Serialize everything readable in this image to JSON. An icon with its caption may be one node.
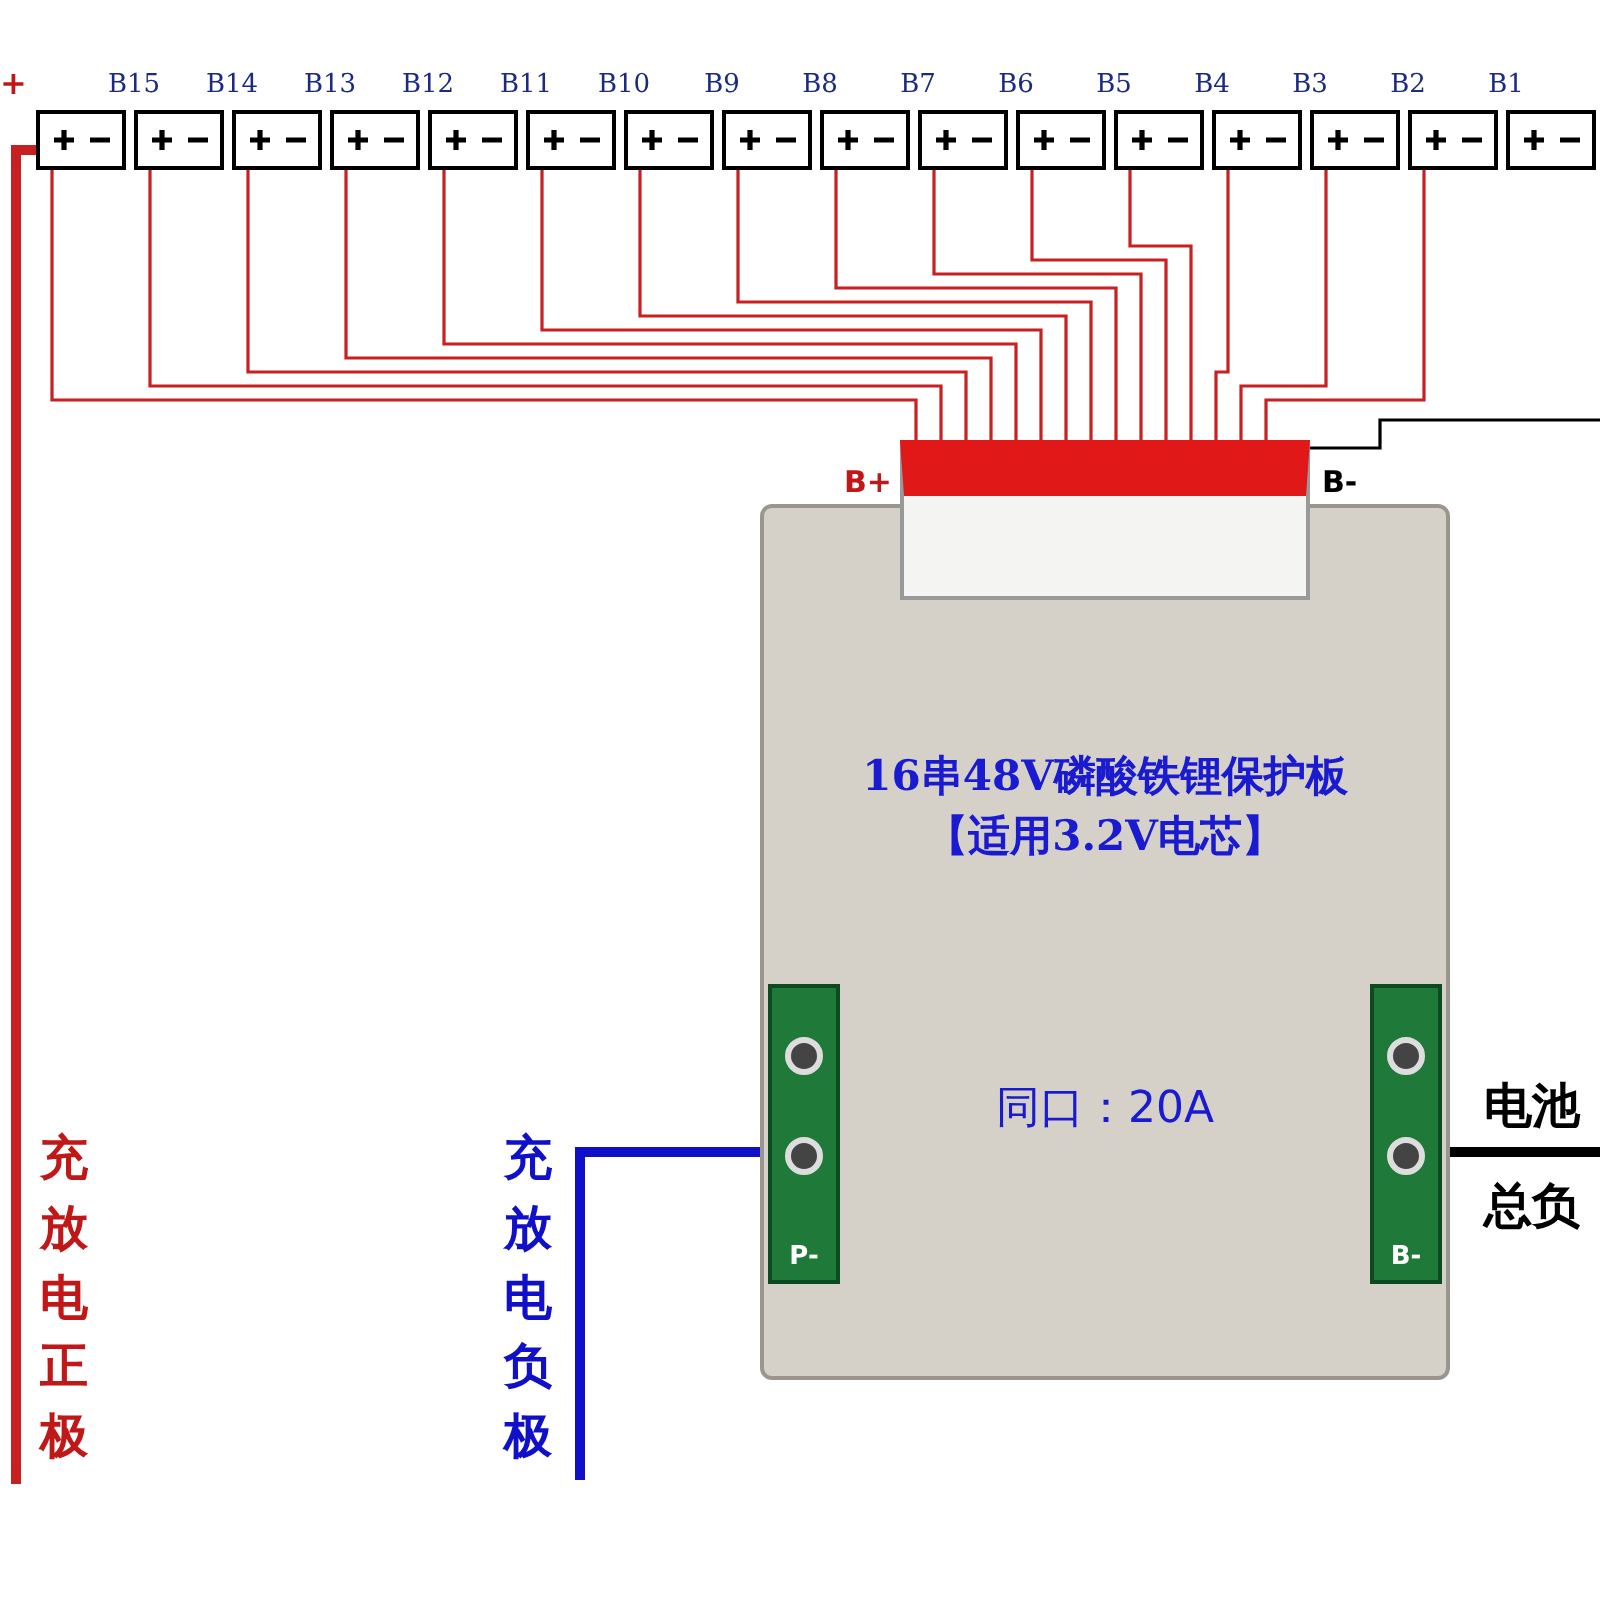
{
  "diagram": {
    "nodes": [
      {
        "text": [],
        "shape": "box"
      },
      {
        "text": [],
        "shape": "box",
        "beside": [
          "B15"
        ]
      },
      {
        "text": [],
        "shape": "box",
        "beside": [
          "B14"
        ]
      },
      {
        "text": [],
        "shape": "box",
        "beside": [
          "B13"
        ]
      },
      {
        "text": [],
        "shape": "box",
        "beside": [
          "B12"
        ]
      },
      {
        "text": [],
        "shape": "box",
        "beside": [
          "B11"
        ]
      },
      {
        "text": [],
        "shape": "box",
        "beside": [
          "B10"
        ]
      },
      {
        "text": [],
        "shape": "box",
        "beside": [
          "B9"
        ]
      },
      {
        "text": [],
        "shape": "box",
        "beside": [
          "B8"
        ]
      },
      {
        "text": [],
        "shape": "box",
        "beside": [
          "B7"
        ]
      },
      {
        "text": [],
        "shape": "box",
        "beside": [
          "B6"
        ]
      },
      {
        "text": [],
        "shape": "box",
        "beside": [
          "B5"
        ]
      },
      {
        "text": [],
        "shape": "box",
        "beside": [
          "B4"
        ]
      },
      {
        "text": [],
        "shape": "box",
        "beside": [
          "B3"
        ]
      },
      {
        "text": [],
        "shape": "box",
        "beside": [
          "B2"
        ]
      },
      {
        "text": [],
        "shape": "box",
        "beside": [
          "B1"
        ]
      },
      {
        "text": [
          "16串48V磷酸铁锂保护板",
          "【适用3.2V电芯】",
          "同口：20A"
        ]
      },
      {
        "text": [],
        "shape": "box",
        "beside": [
          "B+",
          "B-"
        ]
      },
      {
        "text": [
          "P-"
        ],
        "in": 16
      },
      {
        "text": [
          "B-"
        ],
        "in": 16
      }
    ],
    "edges": [
      {
        "from": 0,
        "to": 17,
        "arrow": "none"
      },
      {
        "from": 1,
        "to": 17,
        "arrow": "none"
      },
      {
        "from": 2,
        "to": 17,
        "arrow": "none"
      },
      {
        "from": 3,
        "to": 17,
        "arrow": "none"
      },
      {
        "from": 4,
        "to": 17,
        "arrow": "none"
      },
      {
        "from": 5,
        "to": 17,
        "arrow": "none"
      },
      {
        "from": 6,
        "to": 17,
        "arrow": "none"
      },
      {
        "from": 7,
        "to": 17,
        "arrow": "none"
      },
      {
        "from": 8,
        "to": 17,
        "arrow": "none"
      },
      {
        "from": 9,
        "to": 17,
        "arrow": "none"
      },
      {
        "from": 10,
        "to": 17,
        "arrow": "none"
      },
      {
        "from": 11,
        "to": 17,
        "arrow": "none"
      },
      {
        "from": 12,
        "to": 17,
        "arrow": "none"
      },
      {
        "from": 13,
        "to": 17,
        "arrow": "none"
      },
      {
        "from": 14,
        "to": 17,
        "arrow": "none"
      },
      {
        "from": 17,
        "to": null,
        "arrow": "none",
        "color": "#000000"
      },
      {
        "from": 0,
        "to": null,
        "arrow": "none",
        "style": "thick"
      },
      {
        "from": 18,
        "to": null,
        "arrow": "none",
        "style": "thick",
        "color": "#1010c8"
      },
      {
        "from": 19,
        "to": null,
        "arrow": "none",
        "style": "thick",
        "color": "#000000"
      }
    ],
    "labels": [
      "+",
      "充放电正极",
      "充放电负极",
      "电池总负"
    ]
  }
}
